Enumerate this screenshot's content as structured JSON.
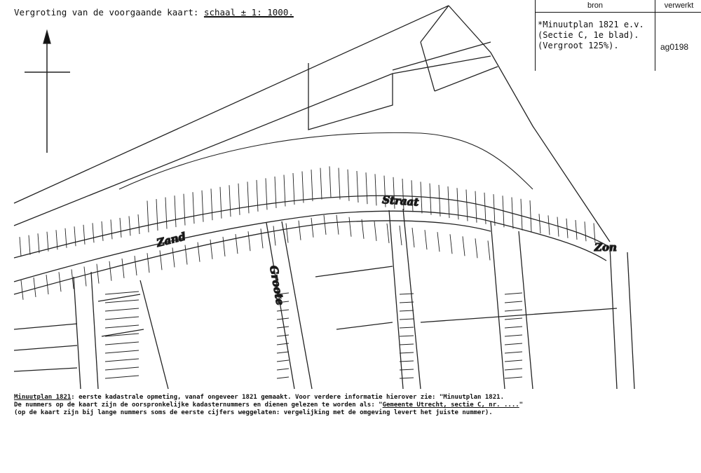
{
  "header": {
    "title_prefix": "Vergroting van de voorgaande kaart:",
    "scale": "schaal ± 1: 1000."
  },
  "source_table": {
    "bron_label": "bron",
    "verwerkt_label": "verwerkt",
    "bron_lines": [
      "*Minuutplan 1821 e.v.",
      "(Sectie C, 1e blad).",
      "(Vergroot 125%)."
    ],
    "verwerkt_value": "ag0198"
  },
  "map": {
    "street_labels": [
      "Zand",
      "Straat",
      "Zon",
      "Groote"
    ]
  },
  "caption": {
    "line1_title": "Minuutplan 1821",
    "line1_rest": ": eerste kadastrale opmeting, vanaf ongeveer 1821 gemaakt. Voor verdere informatie hierover zie: \"Minuutplan 1821.",
    "line2_prefix": "De nummers op de kaart zijn de oorspronkelijke kadasternummers en dienen gelezen te worden als: \"",
    "line2_ref": "Gemeente Utrecht, sectie C, nr. ....",
    "line2_suffix": "\"",
    "line3": "(op de kaart zijn bij lange nummers soms de eerste cijfers weggelaten: vergelijking met de omgeving levert het juiste nummer)."
  }
}
